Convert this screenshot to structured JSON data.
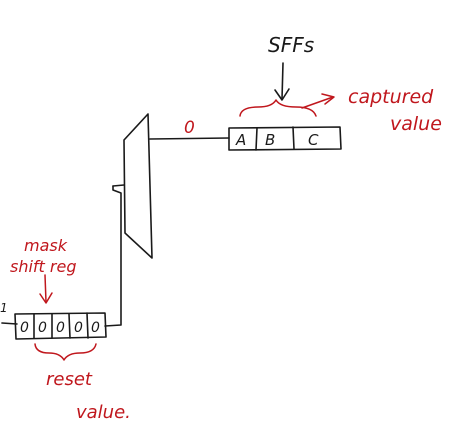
{
  "colors": {
    "ink": "#1a1a1a",
    "annotation": "#c0171d",
    "background": "#ffffff"
  },
  "labels": {
    "sffs": "SFFs",
    "captured": "captured",
    "value_right": "value",
    "wire_value": "0",
    "mask": "mask",
    "shift_reg": "shift reg",
    "reset": "reset",
    "value_bottom": "value.",
    "input_mark": "1"
  },
  "sff_register": {
    "cells": [
      "A",
      "B",
      "C"
    ]
  },
  "mask_register": {
    "cells": [
      "0",
      "0",
      "0",
      "0",
      "0"
    ]
  }
}
